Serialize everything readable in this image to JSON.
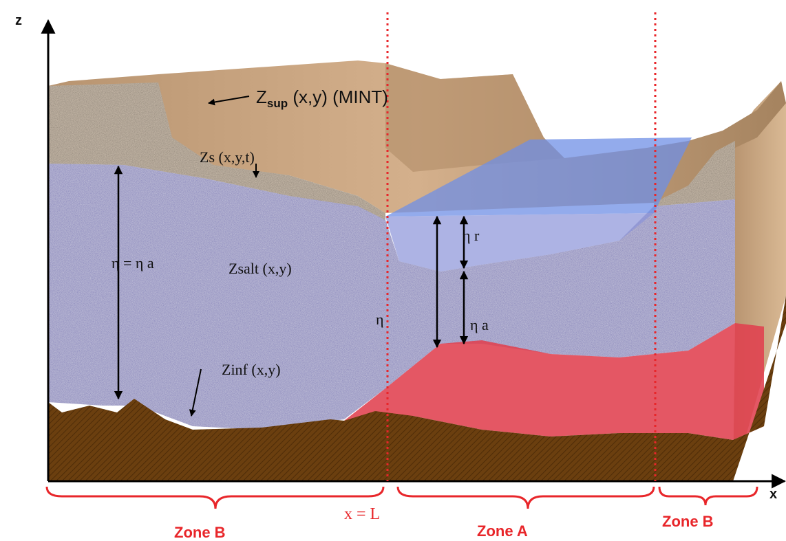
{
  "axes": {
    "z_label": "z",
    "x_label": "x"
  },
  "labels": {
    "zsup_main": "Z",
    "zsup_sub": "sup",
    "zsup_rest": " (x,y) (MINT)",
    "zs": "Zs (x,y,t)",
    "zsalt": "Zsalt (x,y)",
    "zinf": "Zinf (x,y)",
    "eta_eq_eta_a": "η = η a",
    "eta": "η",
    "eta_r": "η r",
    "eta_a": "η a",
    "x_eq_L": "x = L"
  },
  "zones": [
    {
      "name": "Zone B"
    },
    {
      "name": "Zone A"
    },
    {
      "name": "Zone B"
    }
  ],
  "colors": {
    "terrain_tan": "#c7a27a",
    "soil_speckle": "#cdbfae",
    "aquifer_blue": "#7a77b6",
    "water_blue": "#6f8fe6",
    "salt_red": "#e0404f",
    "bedrock_brown": "#6b3f0f",
    "zone_red": "#e8262a"
  }
}
